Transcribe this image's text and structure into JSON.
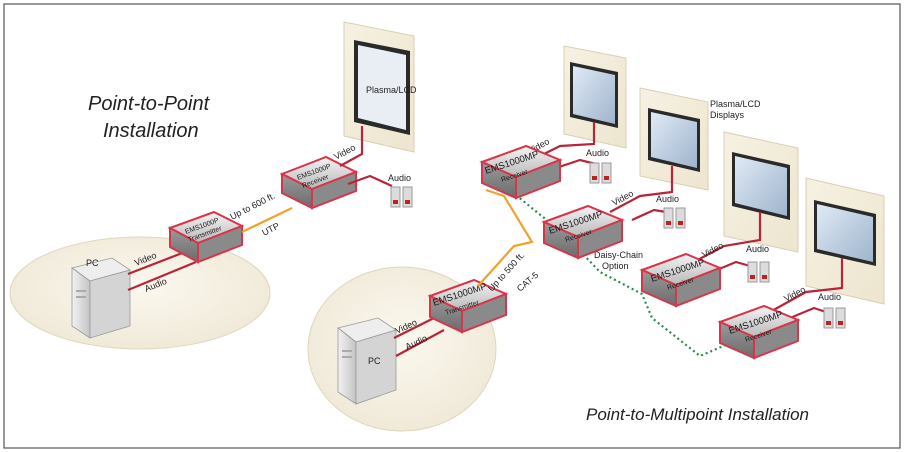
{
  "titles": {
    "point_to_point": [
      "Point-to-Point",
      "Installation"
    ],
    "point_to_multipoint": "Point-to-Multipoint Installation"
  },
  "p2p": {
    "pc": "PC",
    "transmitter": [
      "EMS1000P",
      "Transmitter"
    ],
    "receiver": [
      "EMS1000P",
      "Receiver"
    ],
    "display": "Plasma/LCD",
    "video_label_pc": "Video",
    "audio_label_pc": "Audio",
    "link_distance": "Up to 600 ft.",
    "link_cable": "UTP",
    "video_label_display": "Video",
    "audio_label_speaker": "Audio"
  },
  "p2m": {
    "pc": "PC",
    "transmitter": [
      "EMS1000MP",
      "Transmitter"
    ],
    "receiver_name": "EMS1000MP",
    "receiver_sub": "Receiver",
    "video_label_pc": "Video",
    "audio_label_pc": "Audio",
    "link_distance": "Up to 500 ft.",
    "link_cable": "CAT-5",
    "daisy_chain": [
      "Daisy-Chain",
      "Option"
    ],
    "displays_label": [
      "Plasma/LCD",
      "Displays"
    ],
    "video_label": "Video",
    "audio_label": "Audio"
  },
  "colors": {
    "cable_red": "#b8243a",
    "cable_orange": "#f0a22a",
    "daisy_green": "#2a8a4a",
    "box_outline": "#d8344a"
  }
}
